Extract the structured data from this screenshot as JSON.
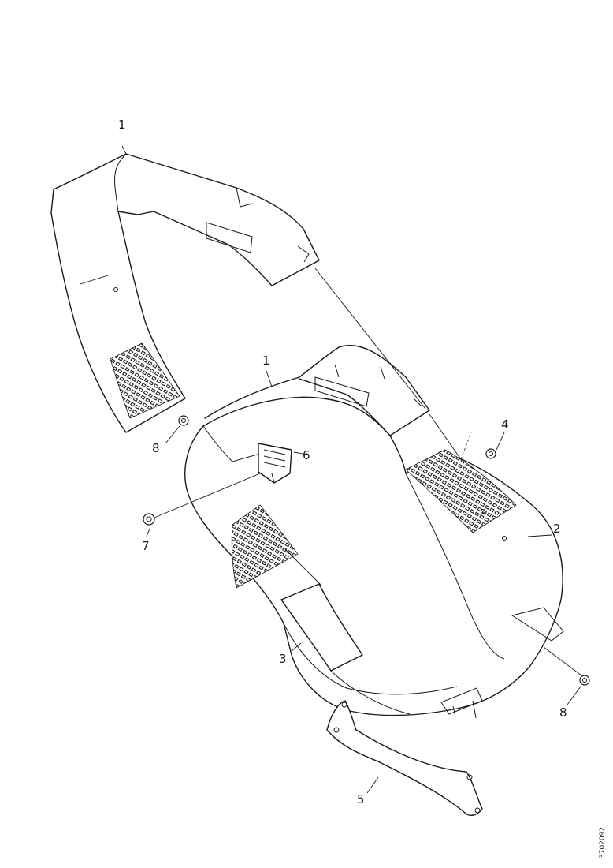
{
  "callouts": {
    "c1_top": "1",
    "c1_mid": "1",
    "c2": "2",
    "c3": "3",
    "c4": "4",
    "c5": "5",
    "c6": "6",
    "c7": "7",
    "c8_left": "8",
    "c8_right": "8"
  },
  "reference_code": "3702092",
  "colors": {
    "line": "#1a1a1a",
    "background": "#ffffff"
  }
}
